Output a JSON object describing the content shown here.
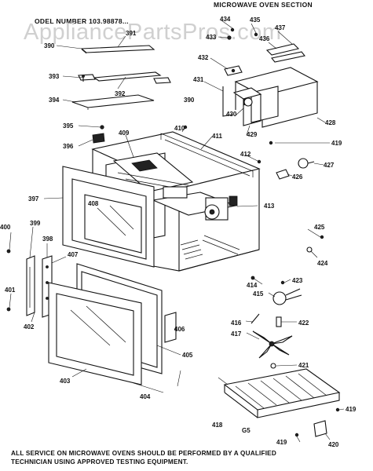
{
  "section_title": "MICROWAVE OVEN SECTION",
  "model_number": "ODEL NUMBER 103.98878...",
  "watermark": "AppliancePartsPros.com",
  "footer_line1": "ALL SERVICE ON MICROWAVE OVENS SHOULD BE PERFORMED BY A QUALIFIED",
  "footer_line2": "TECHNICIAN USING APPROVED TESTING EQUIPMENT.",
  "part_labels": {
    "p390a": "390",
    "p390b": "390",
    "p391": "391",
    "p392": "392",
    "p393": "393",
    "p394": "394",
    "p395": "395",
    "p396": "396",
    "p397": "397",
    "p398": "398",
    "p399": "399",
    "p400": "400",
    "p401": "401",
    "p402": "402",
    "p403": "403",
    "p404": "404",
    "p405": "405",
    "p406": "406",
    "p407": "407",
    "p408": "408",
    "p409": "409",
    "p410": "410",
    "p411": "411",
    "p412": "412",
    "p413": "413",
    "p414": "414",
    "p415": "415",
    "p416": "416",
    "p417": "417",
    "p418": "418",
    "p419a": "419",
    "p419b": "419",
    "p419c": "419",
    "p420": "420",
    "p421": "421",
    "p422": "422",
    "p423": "423",
    "p424": "424",
    "p425": "425",
    "p426": "426",
    "p427": "427",
    "p428": "428",
    "p429": "429",
    "p430": "430",
    "p431": "431",
    "p432": "432",
    "p433": "433",
    "p434": "434",
    "p435": "435",
    "p436": "436",
    "p437": "437",
    "g5": "G5"
  }
}
